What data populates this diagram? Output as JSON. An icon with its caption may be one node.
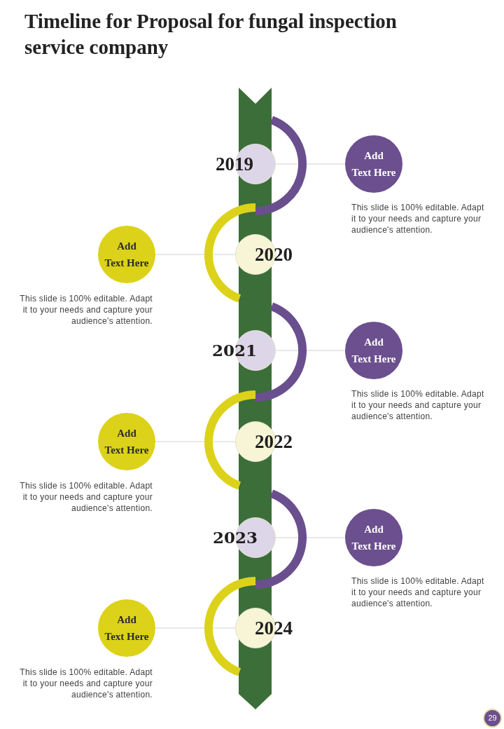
{
  "diagram": {
    "title": "Timeline for Proposal for fungal inspection service company",
    "nodes": [
      {
        "text": [
          "2019"
        ]
      },
      {
        "text": [
          "Add",
          "Text Here"
        ],
        "beside": [
          "This slide is 100% editable. Adapt it to your needs and capture your audience's attention."
        ]
      },
      {
        "text": [
          "Add",
          "Text Here"
        ],
        "beside": [
          "This slide is 100% editable. Adapt it to your needs and capture your audience's attention."
        ]
      },
      {
        "text": [
          "2020"
        ]
      },
      {
        "text": [
          "2021"
        ]
      },
      {
        "text": [
          "Add",
          "Text Here"
        ],
        "beside": [
          "This slide is 100% editable. Adapt it to your needs and capture your audience's attention."
        ]
      },
      {
        "text": [
          "Add",
          "Text Here"
        ],
        "beside": [
          "This slide is 100% editable. Adapt it to your needs and capture your audience's attention."
        ]
      },
      {
        "text": [
          "2022"
        ]
      },
      {
        "text": [
          "2023"
        ]
      },
      {
        "text": [
          "Add",
          "Text Here"
        ],
        "beside": [
          "This slide is 100% editable. Adapt it to your needs and capture your audience's attention."
        ]
      },
      {
        "text": [
          "Add",
          "Text Here"
        ],
        "beside": [
          "This slide is 100% editable. Adapt it to your needs and capture your audience's attention."
        ]
      },
      {
        "text": [
          "2024"
        ]
      }
    ],
    "edges": [
      {
        "from": 0,
        "to": 1,
        "arrow": "none"
      },
      {
        "from": 3,
        "to": 2,
        "arrow": "none"
      },
      {
        "from": 4,
        "to": 5,
        "arrow": "none"
      },
      {
        "from": 7,
        "to": 6,
        "arrow": "none"
      },
      {
        "from": 8,
        "to": 9,
        "arrow": "none"
      },
      {
        "from": 11,
        "to": 10,
        "arrow": "none"
      }
    ],
    "labels": [
      "29"
    ]
  }
}
